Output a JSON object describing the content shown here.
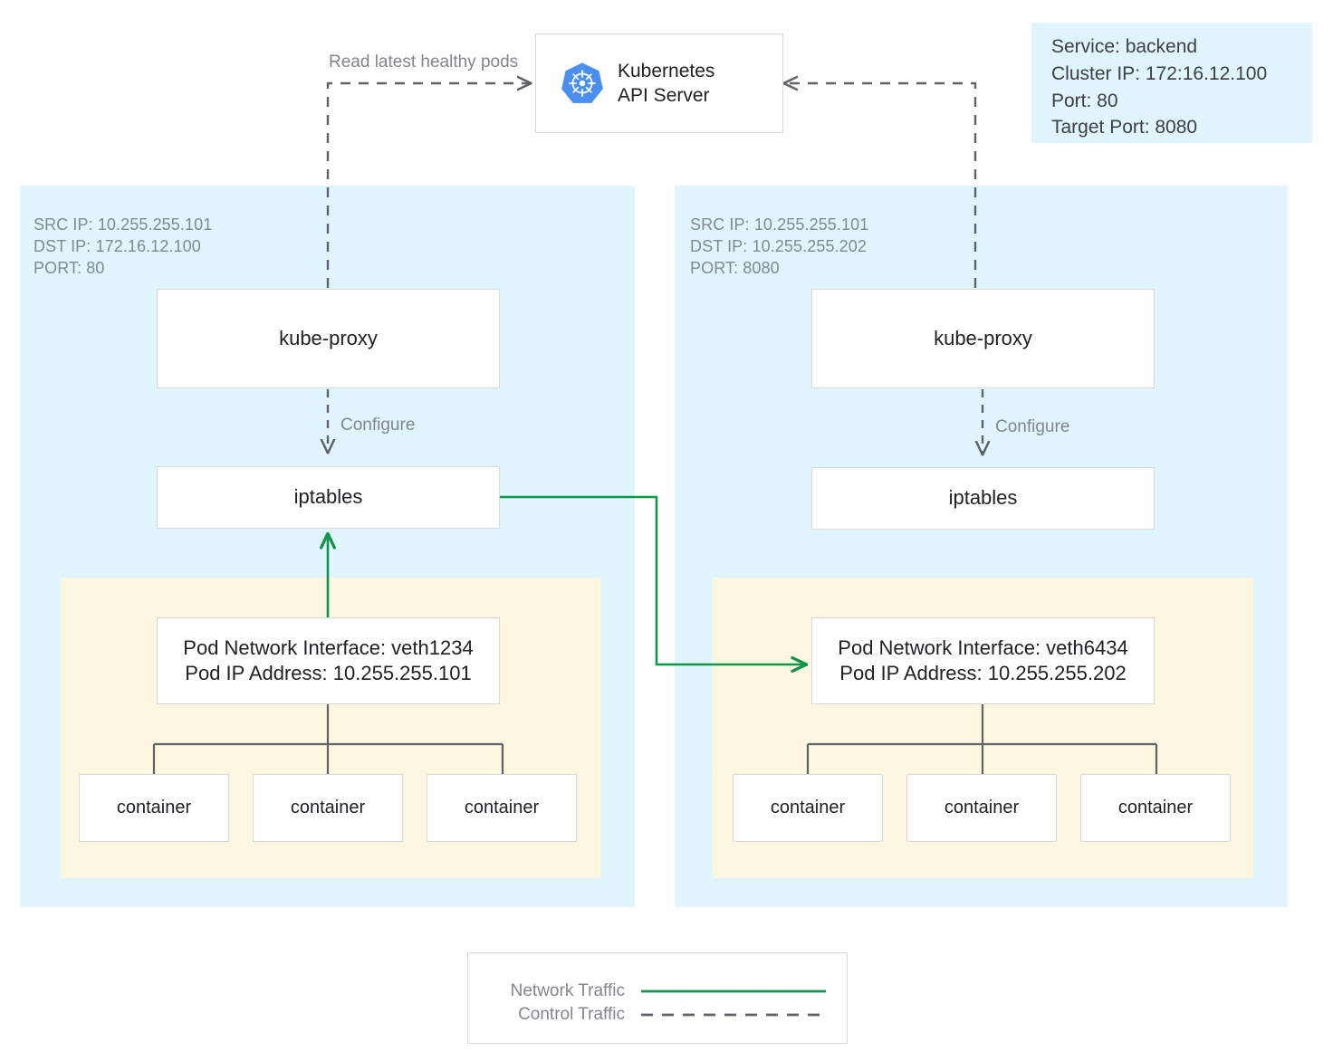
{
  "diagram": {
    "title_hidden": "Kubernetes kube-proxy iptables service routing",
    "colors": {
      "node_panel": "#e1f5fe",
      "pod_panel": "#fdf6e0",
      "box_border": "#d9d9d9",
      "network_traffic": "#12944b",
      "control_traffic": "#5f6368",
      "connector": "#5f6368",
      "muted_text": "#80868b",
      "k8s_blue": "#4a8ef0"
    }
  },
  "api_server": {
    "label": "Kubernetes\nAPI Server",
    "icon": "kubernetes-helm-icon"
  },
  "service_info": {
    "lines": [
      "Service: backend",
      "Cluster IP: 172:16.12.100",
      "Port: 80",
      "Target Port: 8080"
    ]
  },
  "edges": {
    "read_pods_label": "Read latest healthy pods",
    "configure_label_left": "Configure",
    "configure_label_right": "Configure"
  },
  "nodes": [
    {
      "id": "left",
      "packet": {
        "src": "SRC IP: 10.255.255.101",
        "dst": "DST IP: 172.16.12.100",
        "port": "PORT: 80"
      },
      "kube_proxy_label": "kube-proxy",
      "iptables_label": "iptables",
      "pod": {
        "interface_line": "Pod Network Interface: veth1234",
        "ip_line": "Pod IP Address: 10.255.255.101",
        "containers": [
          "container",
          "container",
          "container"
        ]
      }
    },
    {
      "id": "right",
      "packet": {
        "src": "SRC IP: 10.255.255.101",
        "dst": "DST IP: 10.255.255.202",
        "port": "PORT: 8080"
      },
      "kube_proxy_label": "kube-proxy",
      "iptables_label": "iptables",
      "pod": {
        "interface_line": "Pod Network Interface: veth6434",
        "ip_line": "Pod IP Address: 10.255.255.202",
        "containers": [
          "container",
          "container",
          "container"
        ]
      }
    }
  ],
  "legend": {
    "rows": [
      {
        "label": "Network Traffic",
        "style": "solid",
        "color": "#12944b"
      },
      {
        "label": "Control Traffic",
        "style": "dashed",
        "color": "#5f6368"
      }
    ]
  }
}
